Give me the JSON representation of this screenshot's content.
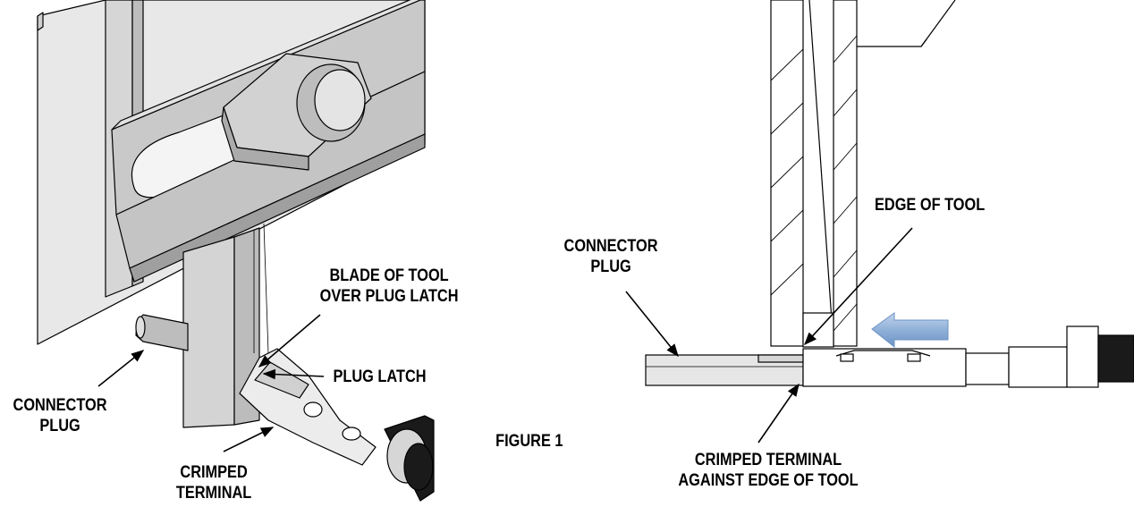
{
  "figure": {
    "caption": "FIGURE 1",
    "left_view": {
      "blade_label": [
        "BLADE OF TOOL",
        "OVER PLUG LATCH"
      ],
      "plug_latch_label": "PLUG LATCH",
      "connector_plug_label": [
        "CONNECTOR",
        "PLUG"
      ],
      "crimped_terminal_label": [
        "CRIMPED",
        "TERMINAL"
      ]
    },
    "right_view": {
      "edge_label": "EDGE OF TOOL",
      "connector_plug_label": [
        "CONNECTOR",
        "PLUG"
      ],
      "crimped_terminal_label": [
        "CRIMPED TERMINAL",
        "AGAINST EDGE OF TOOL"
      ],
      "direction_arrow_color": "#8fb0d8"
    },
    "colors": {
      "tool_light": "#e6e6e6",
      "tool_mid": "#cfcfcf",
      "tool_dark": "#b4b4b4",
      "cable": "#1a1a1a"
    }
  }
}
